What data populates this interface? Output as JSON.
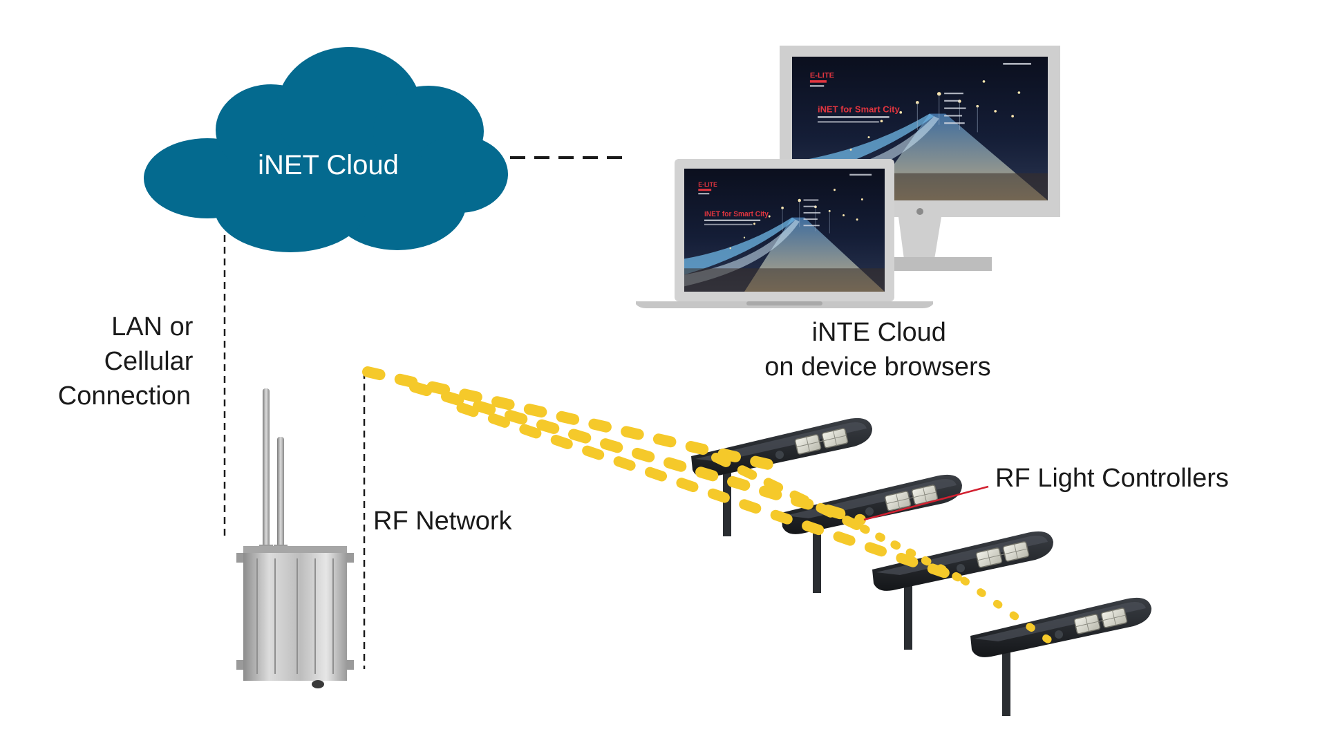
{
  "cloud": {
    "label": "iNET Cloud",
    "color": "#046a8f"
  },
  "labels": {
    "connection": [
      "LAN or",
      "Cellular",
      "Connection"
    ],
    "rf_network": "RF Network",
    "browsers": [
      "iNTE Cloud",
      "on device browsers"
    ],
    "controllers": "RF Light Controllers"
  },
  "screen": {
    "brand": "E-LITE",
    "headline": "iNET for Smart City"
  },
  "colors": {
    "rf_signal": "#f5c92a",
    "leader_line": "#d22030",
    "device_frame": "#c9c9c9",
    "lamp_body": "#1f2226"
  },
  "icons": {
    "gateway": "gateway-icon",
    "monitor": "monitor-icon",
    "laptop": "laptop-icon",
    "street_light": "street-light-icon"
  }
}
